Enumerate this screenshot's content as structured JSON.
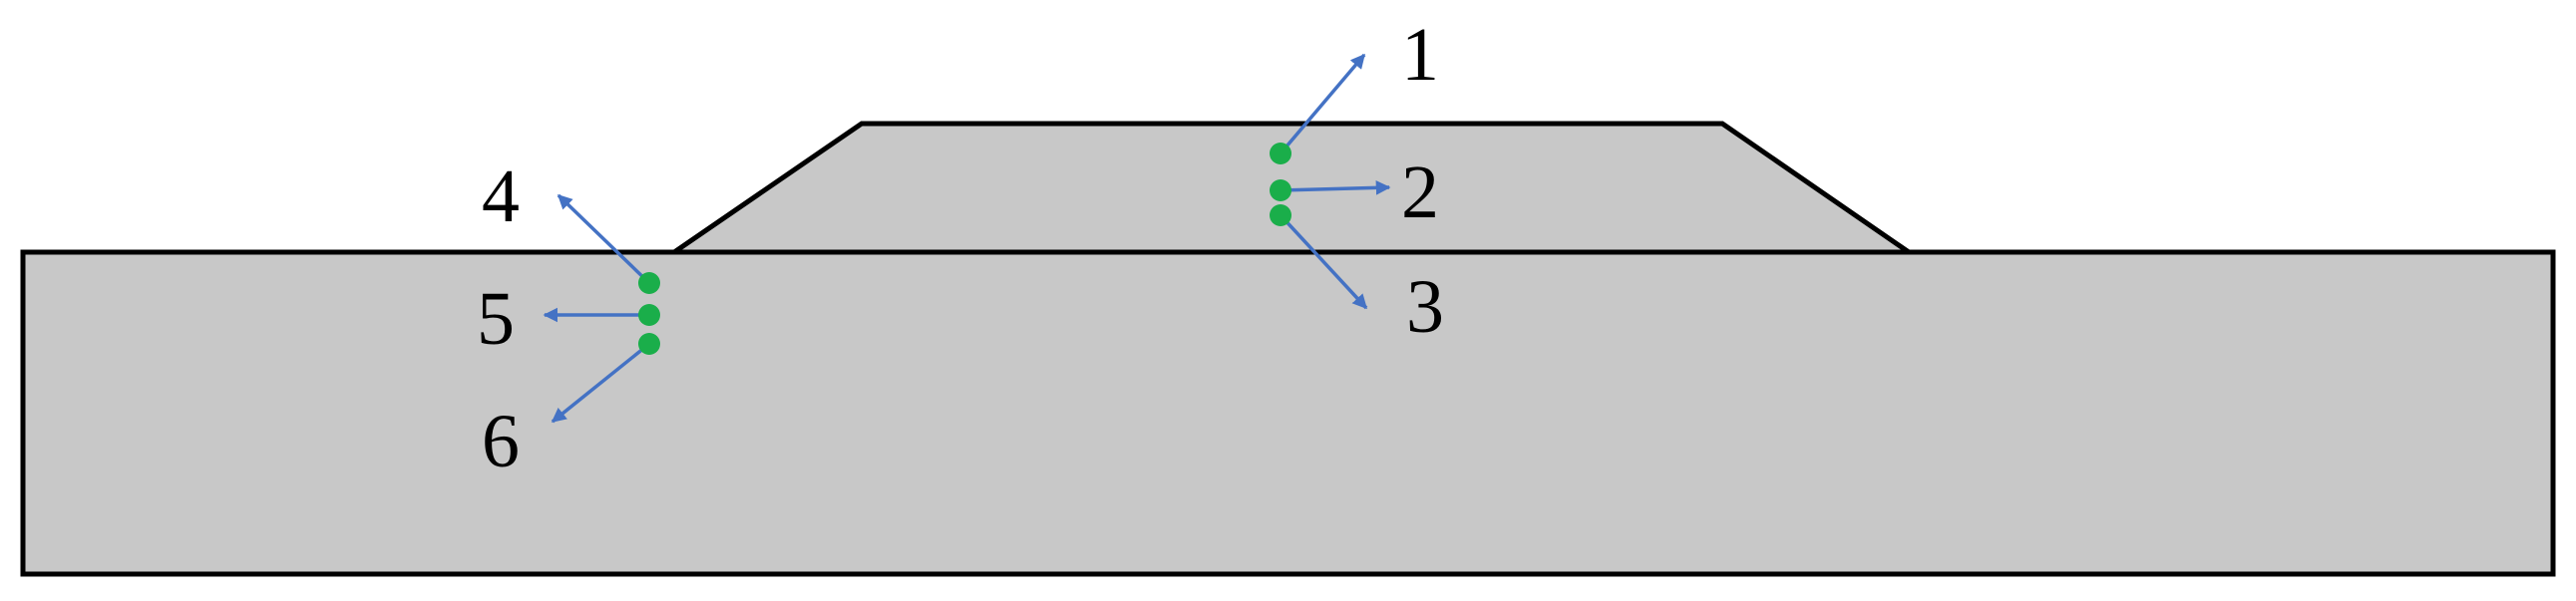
{
  "diagram": {
    "fill_color": "#c8c8c8",
    "outline_color": "#000000",
    "point_color": "#1aae4a",
    "arrow_color": "#4472c4",
    "labels": {
      "l1": "1",
      "l2": "2",
      "l3": "3",
      "l4": "4",
      "l5": "5",
      "l6": "6"
    }
  }
}
